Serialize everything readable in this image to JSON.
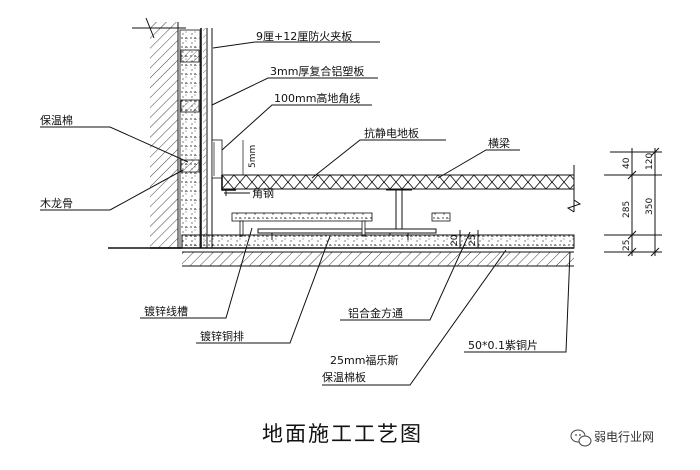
{
  "diagram": {
    "title": "地面施工工艺图",
    "labels": {
      "fire_board": "9厘+12厘防火夹板",
      "al_plastic": "3mm厚复合铝塑板",
      "skirting": "100mm高地角线",
      "insulation_cotton": "保温棉",
      "antistatic_floor": "抗静电地板",
      "wood_keel": "木龙骨",
      "angle_steel": "角钢",
      "cross_beam": "横梁",
      "galv_trough": "镀锌线槽",
      "galv_copper_bar": "镀锌铜排",
      "al_square": "铝合金方通",
      "foam_board_1": "25mm福乐斯",
      "foam_board_2": "保温棉板",
      "copper_strip": "50*0.1紫铜片"
    },
    "dimensions": {
      "d40": "40",
      "d120": "120",
      "d285": "285",
      "d350": "350",
      "d25": "25",
      "d20": "20",
      "d25b": "25",
      "d5mm": "5mm"
    }
  },
  "watermark": {
    "text": "弱电行业网",
    "icon": "wechat-icon"
  }
}
